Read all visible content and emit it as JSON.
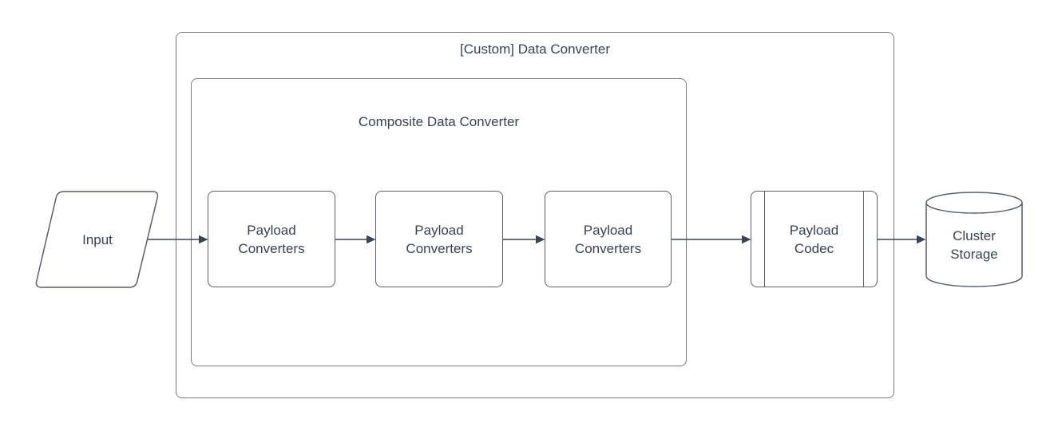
{
  "diagram": {
    "outer_group": {
      "title": "[Custom] Data Converter"
    },
    "inner_group": {
      "title": "Composite Data Converter"
    },
    "nodes": {
      "input": {
        "label": "Input",
        "shape": "parallelogram"
      },
      "payload_converters_1": {
        "label": "Payload Converters",
        "shape": "rounded-rectangle"
      },
      "payload_converters_2": {
        "label": "Payload Converters",
        "shape": "rounded-rectangle"
      },
      "payload_converters_3": {
        "label": "Payload Converters",
        "shape": "rounded-rectangle"
      },
      "payload_codec": {
        "label": "Payload Codec",
        "shape": "predefined-process"
      },
      "cluster_storage": {
        "label": "Cluster Storage",
        "shape": "cylinder"
      }
    },
    "edges": [
      {
        "from": "input",
        "to": "payload_converters_1"
      },
      {
        "from": "payload_converters_1",
        "to": "payload_converters_2"
      },
      {
        "from": "payload_converters_2",
        "to": "payload_converters_3"
      },
      {
        "from": "payload_converters_3",
        "to": "payload_codec"
      },
      {
        "from": "payload_codec",
        "to": "cluster_storage"
      }
    ],
    "colors": {
      "canvas": "#ffffff",
      "group_stroke": "#767b85",
      "node_stroke": "#59606e",
      "arrow": "#3c4454",
      "text": "#3a414f"
    }
  }
}
